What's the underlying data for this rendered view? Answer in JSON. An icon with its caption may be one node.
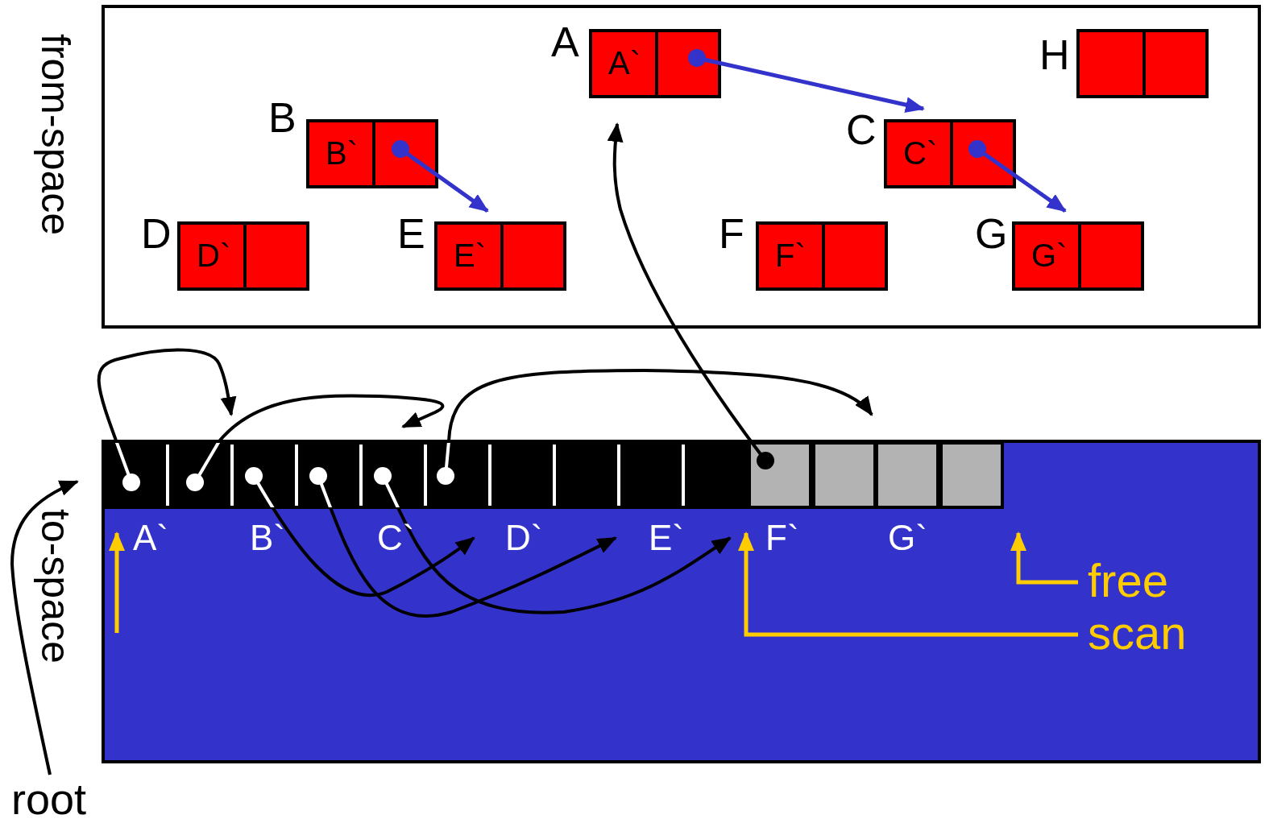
{
  "diagram": {
    "nodes": [
      {
        "text": [
          "from-space"
        ]
      },
      {
        "text": [
          "A",
          "A`"
        ],
        "in": 0
      },
      {
        "text": [
          "B",
          "B`"
        ],
        "in": 0
      },
      {
        "text": [
          "C",
          "C`"
        ],
        "in": 0
      },
      {
        "text": [
          "D",
          "D`"
        ],
        "in": 0
      },
      {
        "text": [
          "E",
          "E`"
        ],
        "in": 0
      },
      {
        "text": [
          "F",
          "F`"
        ],
        "in": 0
      },
      {
        "text": [
          "G",
          "G`"
        ],
        "in": 0
      },
      {
        "text": [
          "H"
        ],
        "in": 0
      },
      {
        "text": [
          "to-space"
        ]
      },
      {
        "text": [
          "A`"
        ],
        "in": 9
      },
      {
        "text": [
          "B`"
        ],
        "in": 9
      },
      {
        "text": [
          "C`"
        ],
        "in": 9
      },
      {
        "text": [
          "D`"
        ],
        "in": 9
      },
      {
        "text": [
          "E`"
        ],
        "in": 9
      },
      {
        "text": [
          "F`"
        ],
        "in": 9
      },
      {
        "text": [
          "G`"
        ],
        "in": 9
      },
      {
        "text": [
          "free"
        ],
        "in": 9
      },
      {
        "text": [
          "scan"
        ],
        "in": 9
      },
      {
        "text": [
          "root"
        ]
      }
    ],
    "edges": [
      {
        "from": 10,
        "to": 11,
        "arrow": "to"
      },
      {
        "from": 10,
        "to": 12,
        "arrow": "to"
      },
      {
        "from": 12,
        "to": 16,
        "arrow": "to"
      },
      {
        "from": 11,
        "to": 13,
        "arrow": "to"
      },
      {
        "from": 11,
        "to": 14,
        "arrow": "to"
      },
      {
        "from": 12,
        "to": 15,
        "arrow": "to"
      },
      {
        "from": 15,
        "to": 1,
        "arrow": "to"
      },
      {
        "from": 19,
        "to": 10,
        "arrow": "to"
      },
      {
        "from": 1,
        "to": 3,
        "arrow": "to",
        "color": "#3333cc"
      },
      {
        "from": 2,
        "to": 5,
        "arrow": "to",
        "color": "#3333cc"
      },
      {
        "from": 3,
        "to": 7,
        "arrow": "to",
        "color": "#3333cc"
      },
      {
        "from": 18,
        "to": 15,
        "arrow": "to",
        "color": "#ffcc00"
      },
      {
        "from": 17,
        "to": 16,
        "arrow": "to",
        "color": "#ffcc00"
      },
      {
        "from": null,
        "to": 10,
        "arrow": "to",
        "color": "#ffcc00"
      }
    ]
  }
}
